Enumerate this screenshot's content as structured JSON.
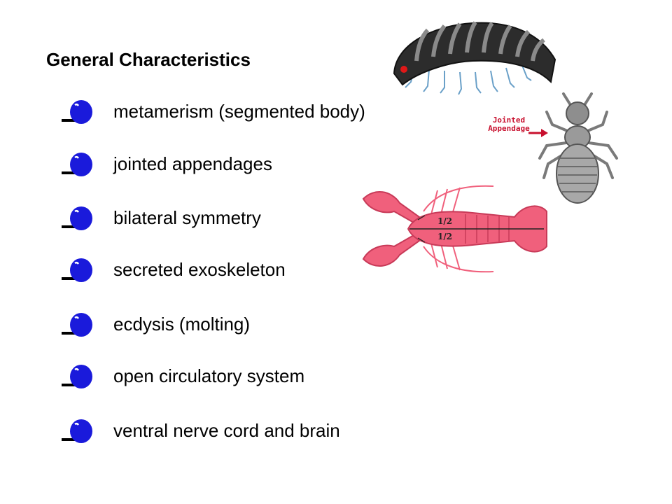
{
  "slide": {
    "title": "General Characteristics",
    "bullets": [
      "metamerism (segmented body)",
      "jointed appendages",
      "bilateral symmetry",
      "secreted exoskeleton",
      "ecdysis (molting)",
      "open circulatory system",
      "ventral nerve cord and brain"
    ]
  },
  "illustrations": {
    "louse_label": "Jointed Appendage",
    "lobster_halves": [
      "1/2",
      "1/2"
    ]
  },
  "colors": {
    "bullet": "#1a1adb",
    "louse_label": "#c8102e",
    "lobster": "#f0607c"
  }
}
